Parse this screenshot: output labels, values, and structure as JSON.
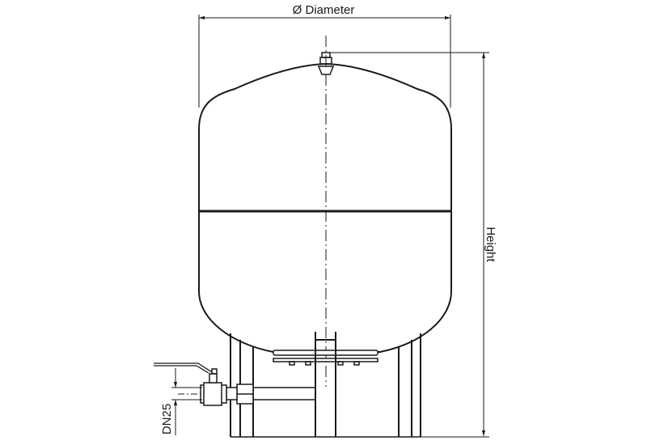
{
  "labels": {
    "diameter": "Ø Diameter",
    "height": "Height",
    "connection": "DN25"
  },
  "colors": {
    "line": "#1a1a1a",
    "background": "#ffffff"
  }
}
